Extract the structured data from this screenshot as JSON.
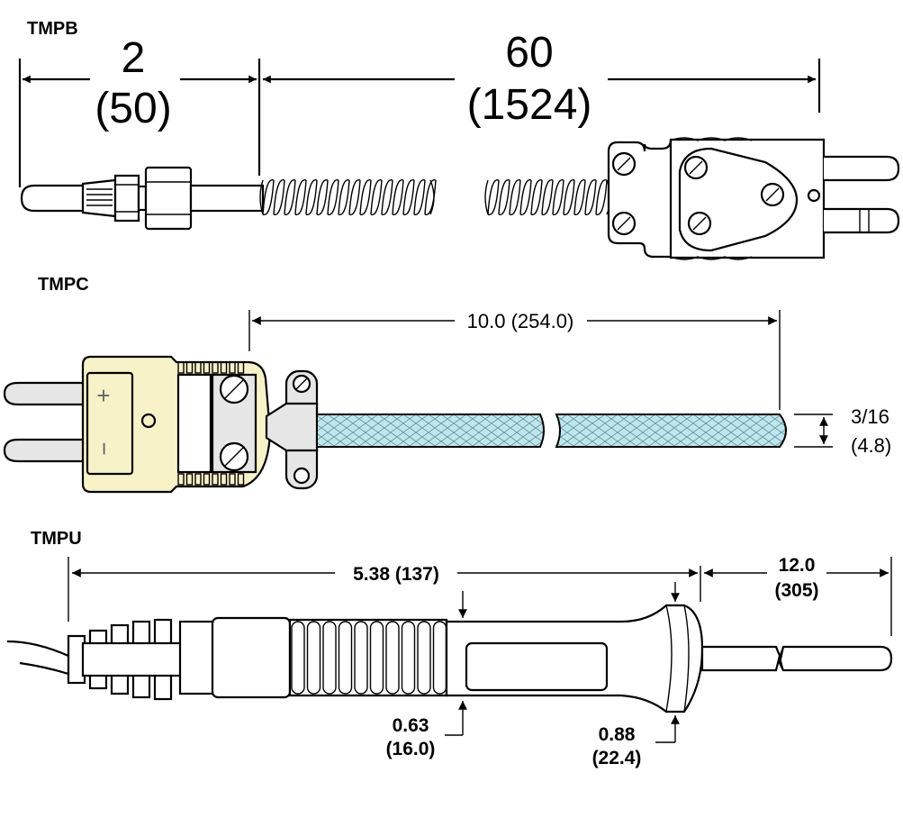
{
  "tmpb": {
    "title": "TMPB",
    "dim1_value": "2",
    "dim1_metric": "(50)",
    "dim2_value": "60",
    "dim2_metric": "(1524)"
  },
  "tmpc": {
    "title": "TMPC",
    "length_dim": "10.0 (254.0)",
    "dia_value": "3/16",
    "dia_metric": "(4.8)",
    "plus_sign": "+",
    "minus_sign": "−"
  },
  "tmpu": {
    "title": "TMPU",
    "handle_length": "5.38 (137)",
    "probe_length_value": "12.0",
    "probe_length_metric": "(305)",
    "dia1_value": "0.63",
    "dia1_metric": "(16.0)",
    "dia2_value": "0.88",
    "dia2_metric": "(22.4)"
  },
  "colors": {
    "line": "#000000",
    "connector_yellow": "#f8f2c8",
    "pin_gray": "#e6e6e6",
    "sheath_blue": "#bfe6ec",
    "background": "#ffffff"
  }
}
